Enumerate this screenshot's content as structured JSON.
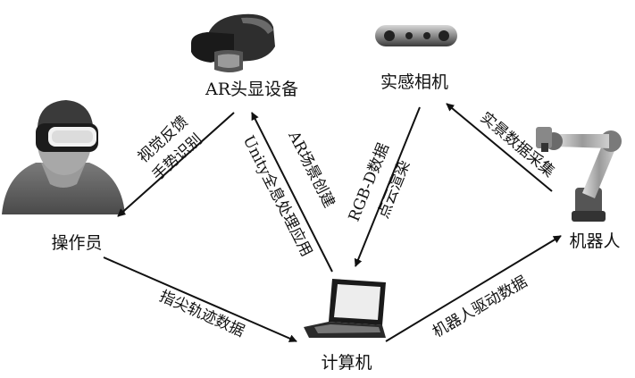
{
  "nodes": {
    "ar_headset": "AR头显设备",
    "depth_camera": "实感相机",
    "operator": "操作员",
    "robot": "机器人",
    "computer": "计算机"
  },
  "edges": {
    "feedback_line1": "视觉反馈",
    "feedback_line2": "手势识别",
    "ar_scene": "AR场景创建",
    "unity_app": "Unity全息处理应用",
    "rgbd_line1": "RGB-D数据",
    "rgbd_line2": "点云渲染",
    "scene_capture": "实景数据采集",
    "fingertip": "指尖轨迹数据",
    "robot_drive": "机器人驱动数据"
  }
}
